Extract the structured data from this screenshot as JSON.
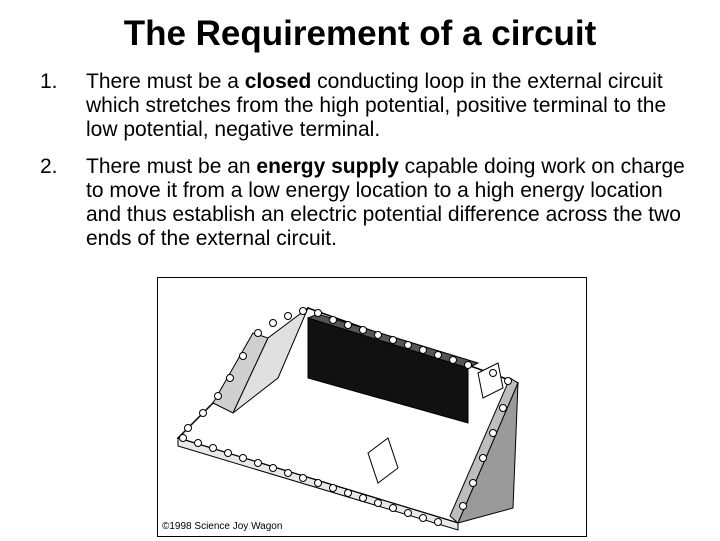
{
  "title": "The Requirement of a circuit",
  "items": [
    {
      "number": "1.",
      "before": "There must be a ",
      "bold": "closed",
      "after": " conducting loop in the external circuit which stretches from the high potential, positive terminal to the low potential, negative terminal."
    },
    {
      "number": "2.",
      "before": "There must be an ",
      "bold": "energy supply",
      "after": " capable doing work on charge to move it from a low energy location to a high energy location and thus establish an electric potential difference across the two ends of the external circuit."
    }
  ],
  "figure": {
    "credit": "©1998 Science Joy Wagon",
    "description_icon": "charge-loop-diagram-icon"
  }
}
